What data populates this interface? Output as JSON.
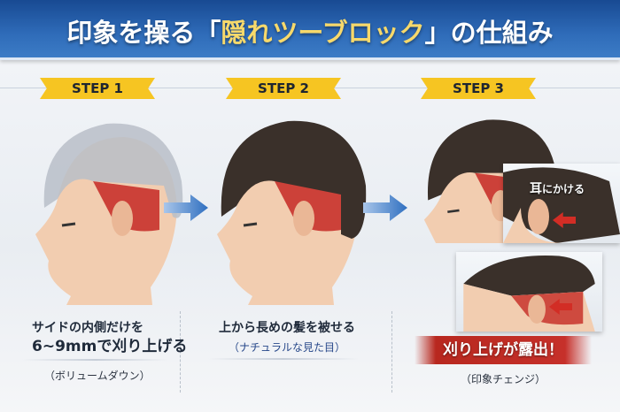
{
  "header": {
    "title_pre": "印象を操る「",
    "title_highlight": "隠れツーブロック",
    "title_post": "」の仕組み"
  },
  "steps": [
    {
      "label": "STEP 1",
      "line1": "サイドの内側だけを",
      "line2": "6~9mmで刈り上げる",
      "note": "（ボリュームダウン）"
    },
    {
      "label": "STEP 2",
      "line1": "上から長めの髪を被せる",
      "note": "（ナチュラルな見た目）"
    },
    {
      "label": "STEP 3",
      "callout": "刈り上げが露出！",
      "note": "（印象チェンジ）",
      "ear_label_main": "耳",
      "ear_label_rest": "にかける"
    }
  ],
  "colors": {
    "banner": "#2f6cb9",
    "highlight": "#f7d96b",
    "ribbon": "#f6c522",
    "accent_red": "#c6302a",
    "arrow_blue": "#2f6fc0"
  }
}
